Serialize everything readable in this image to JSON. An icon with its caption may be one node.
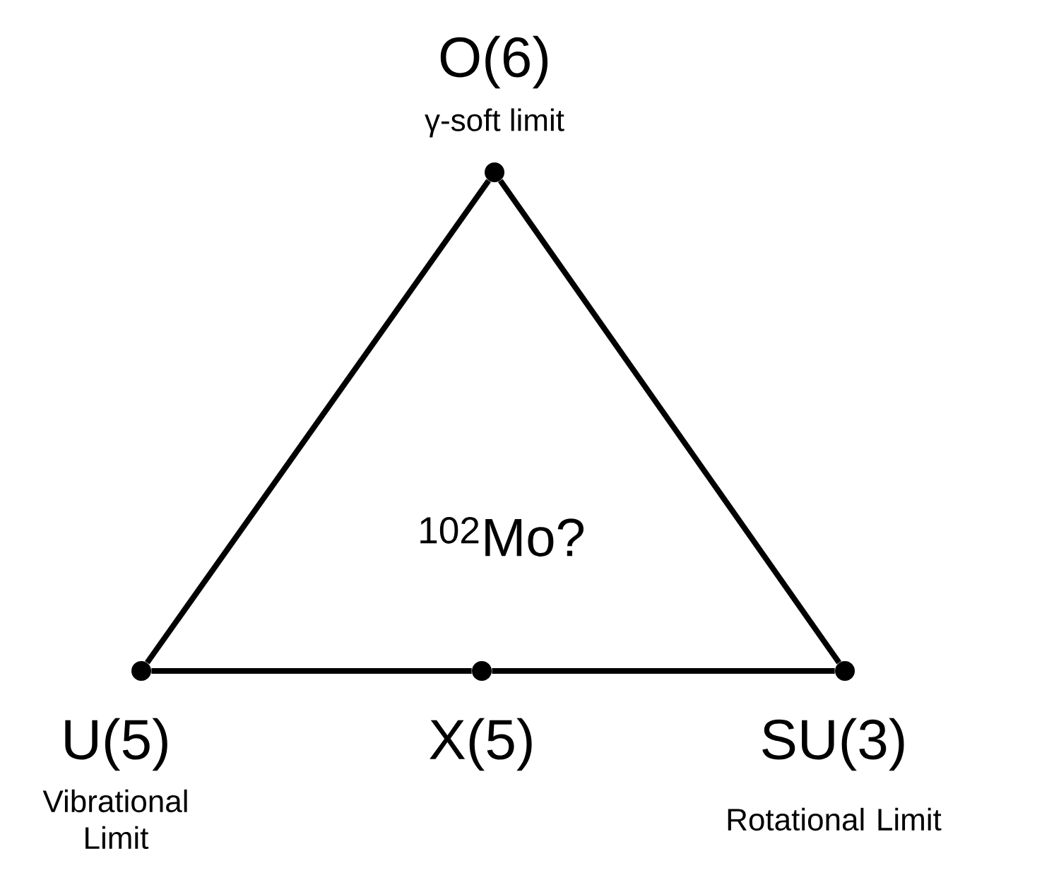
{
  "diagram": {
    "nodes": [
      {
        "text": [
          "O(6)",
          "γ-soft limit"
        ]
      },
      {
        "text": [
          "U(5)",
          "Vibrational Limit"
        ]
      },
      {
        "text": [
          "X(5)"
        ]
      },
      {
        "text": [
          "SU(3)",
          "Rotational Limit"
        ]
      }
    ],
    "edges": [
      {
        "from": 0,
        "to": 1,
        "arrow": "none"
      },
      {
        "from": 0,
        "to": 3,
        "arrow": "none"
      },
      {
        "from": 1,
        "to": 2,
        "arrow": "none"
      },
      {
        "from": 2,
        "to": 3,
        "arrow": "none"
      }
    ],
    "labels": [
      "$^{102}$Mo?"
    ]
  }
}
